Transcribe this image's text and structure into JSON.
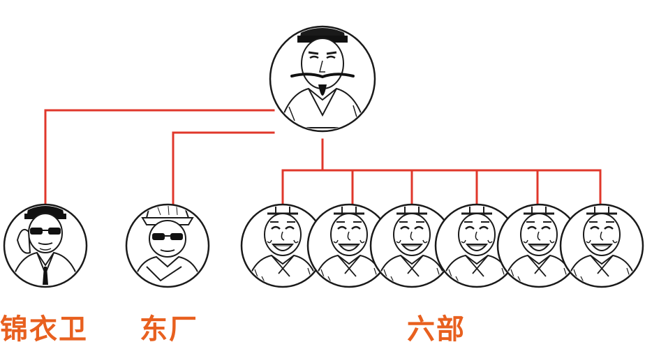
{
  "colors": {
    "connector": "#e0372b",
    "label": "#e8601f",
    "ink": "#1a1a1a",
    "paper": "#ffffff"
  },
  "nodes": {
    "emperor": {
      "figure": "emperor-portrait"
    },
    "jinyiwei": {
      "figure": "guard-with-sunglasses-portrait",
      "label": "锦衣卫"
    },
    "dongchang": {
      "figure": "eunuch-with-sunglasses-portrait",
      "label": "东厂"
    },
    "liubu": {
      "label": "六部",
      "members": [
        {
          "figure": "smiling-minister-portrait"
        },
        {
          "figure": "smiling-minister-portrait"
        },
        {
          "figure": "smiling-minister-portrait"
        },
        {
          "figure": "smiling-minister-portrait"
        },
        {
          "figure": "smiling-minister-portrait"
        },
        {
          "figure": "smiling-minister-portrait"
        }
      ]
    }
  }
}
